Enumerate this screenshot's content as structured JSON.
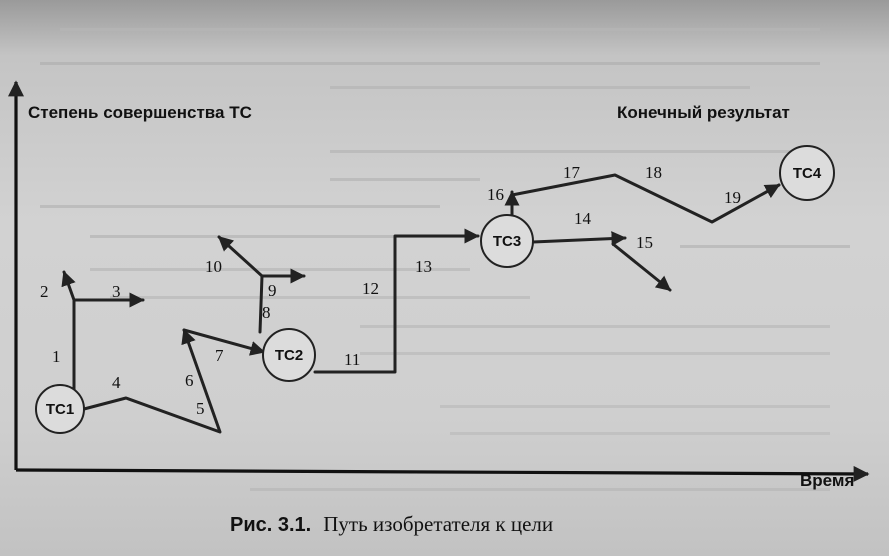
{
  "diagram": {
    "y_axis_title": "Степень совершенства ТС",
    "x_axis_title": "Время",
    "goal_label": "Конечный результат",
    "nodes": [
      {
        "id": "tc1",
        "label": "ТС1"
      },
      {
        "id": "tc2",
        "label": "ТС2"
      },
      {
        "id": "tc3",
        "label": "ТС3"
      },
      {
        "id": "tc4",
        "label": "ТС4"
      }
    ],
    "steps": [
      "1",
      "2",
      "3",
      "4",
      "5",
      "6",
      "7",
      "8",
      "9",
      "10",
      "11",
      "12",
      "13",
      "14",
      "15",
      "16",
      "17",
      "18",
      "19"
    ]
  },
  "caption": {
    "number": "Рис. 3.1.",
    "text": "Путь изобретателя к цели"
  },
  "colors": {
    "ink": "#222222",
    "paper": "#d2d2d2"
  }
}
